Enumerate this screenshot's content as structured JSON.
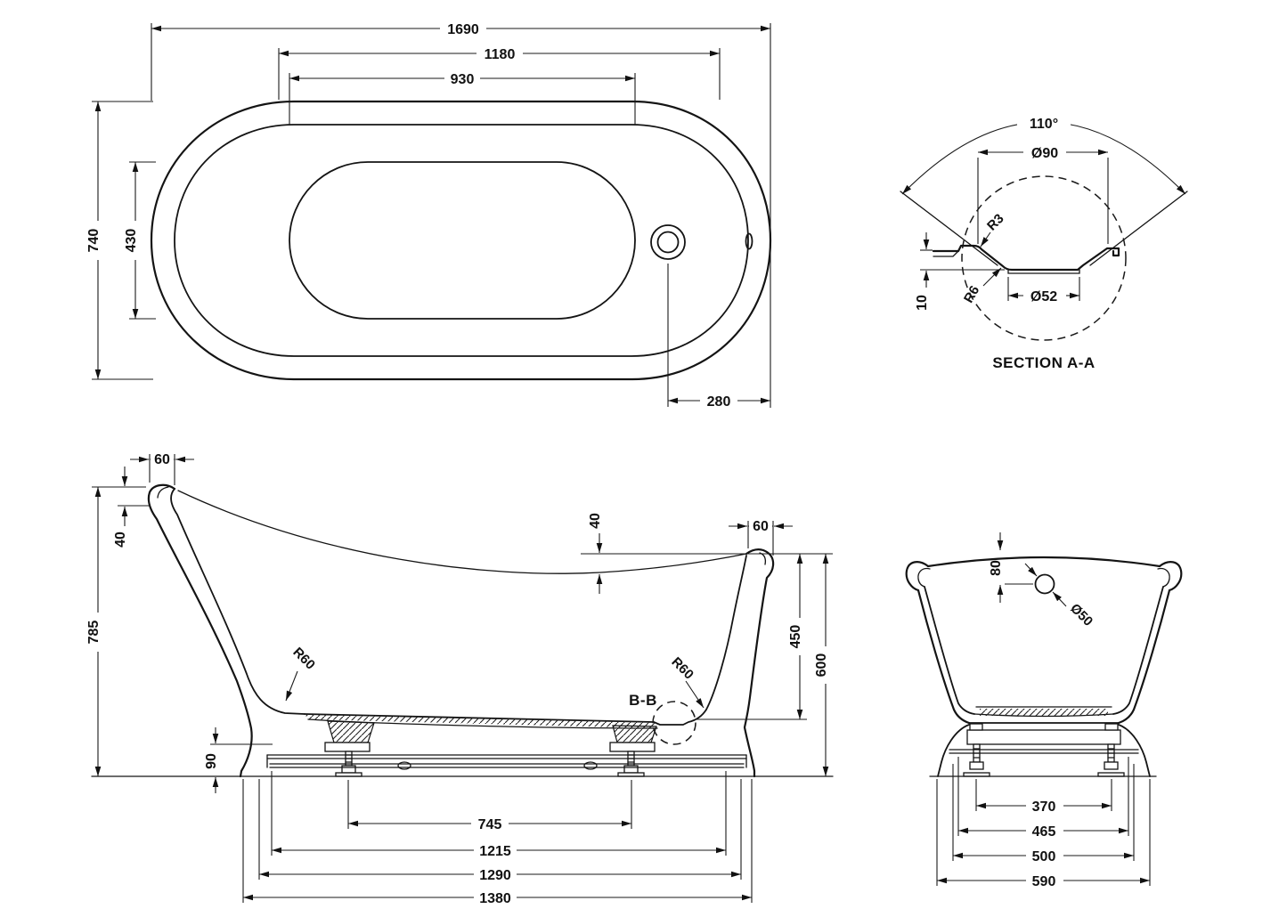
{
  "drawing": {
    "plan": {
      "overall_length": "1690",
      "deck_length": "1180",
      "basin_length": "930",
      "overall_width": "740",
      "basin_width": "430",
      "waste_offset": "280"
    },
    "section_aa": {
      "title": "SECTION A-A",
      "cone_angle": "110°",
      "recess_diameter": "Ø90",
      "radius_top": "R3",
      "radius_bottom": "R6",
      "recess_depth": "10",
      "waste_diameter": "Ø52"
    },
    "side": {
      "lip_width": "60",
      "lip_drop": "40",
      "overall_height": "785",
      "rim_dip": "40",
      "rim_width": "60",
      "internal_depth": "450",
      "rim_height": "600",
      "radius_back": "R60",
      "radius_front": "R60",
      "detail_label": "B-B",
      "plinth_height": "90",
      "feet_centres": "745",
      "frame_length": "1215",
      "skirt_length": "1290",
      "base_length": "1380"
    },
    "end": {
      "overflow_drop": "80",
      "overflow_diameter": "Ø50",
      "feet_centres": "370",
      "frame_width": "465",
      "skirt_width": "500",
      "base_width": "590"
    }
  }
}
